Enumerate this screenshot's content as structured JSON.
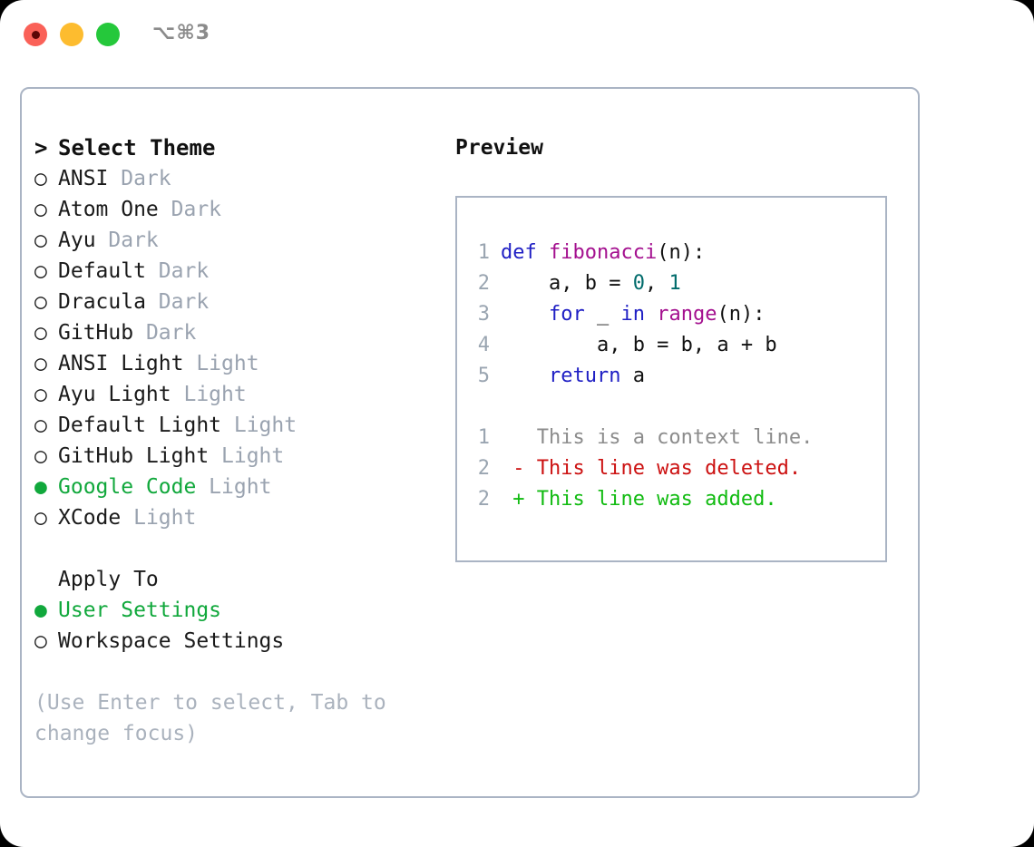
{
  "titlebar": {
    "shortcut": "⌥⌘3",
    "buttons": [
      {
        "name": "close",
        "color": "#fa6158"
      },
      {
        "name": "minimize",
        "color": "#fdbc2f"
      },
      {
        "name": "maximize",
        "color": "#25c83b"
      }
    ]
  },
  "theme_picker": {
    "header": {
      "caret": ">",
      "title": "Select Theme"
    },
    "markers": {
      "selected": "●",
      "unselected": "○"
    },
    "items": [
      {
        "label": "ANSI",
        "mode": "Dark",
        "selected": false
      },
      {
        "label": "Atom One",
        "mode": "Dark",
        "selected": false
      },
      {
        "label": "Ayu",
        "mode": "Dark",
        "selected": false
      },
      {
        "label": "Default",
        "mode": "Dark",
        "selected": false
      },
      {
        "label": "Dracula",
        "mode": "Dark",
        "selected": false
      },
      {
        "label": "GitHub",
        "mode": "Dark",
        "selected": false
      },
      {
        "label": "ANSI Light",
        "mode": "Light",
        "selected": false
      },
      {
        "label": "Ayu Light",
        "mode": "Light",
        "selected": false
      },
      {
        "label": "Default Light",
        "mode": "Light",
        "selected": false
      },
      {
        "label": "GitHub Light",
        "mode": "Light",
        "selected": false
      },
      {
        "label": "Google Code",
        "mode": "Light",
        "selected": true
      },
      {
        "label": "XCode",
        "mode": "Light",
        "selected": false
      }
    ]
  },
  "apply_to": {
    "title": "Apply To",
    "options": [
      {
        "label": "User Settings",
        "selected": true
      },
      {
        "label": "Workspace Settings",
        "selected": false
      }
    ]
  },
  "hint": "(Use Enter to select, Tab to change focus)",
  "preview": {
    "title": "Preview",
    "code_lines": [
      {
        "num": "1",
        "tokens": [
          {
            "t": "def ",
            "c": "kw"
          },
          {
            "t": "fibonacci",
            "c": "fn"
          },
          {
            "t": "(n):",
            "c": "pln"
          }
        ]
      },
      {
        "num": "2",
        "tokens": [
          {
            "t": "    a, b = ",
            "c": "pln"
          },
          {
            "t": "0",
            "c": "num"
          },
          {
            "t": ", ",
            "c": "pln"
          },
          {
            "t": "1",
            "c": "num"
          }
        ]
      },
      {
        "num": "3",
        "tokens": [
          {
            "t": "    ",
            "c": "pln"
          },
          {
            "t": "for",
            "c": "kw"
          },
          {
            "t": " _ ",
            "c": "pln"
          },
          {
            "t": "in",
            "c": "kw"
          },
          {
            "t": " ",
            "c": "pln"
          },
          {
            "t": "range",
            "c": "fn"
          },
          {
            "t": "(n):",
            "c": "pln"
          }
        ]
      },
      {
        "num": "4",
        "tokens": [
          {
            "t": "        a, b = b, a + b",
            "c": "pln"
          }
        ]
      },
      {
        "num": "5",
        "tokens": [
          {
            "t": "    ",
            "c": "pln"
          },
          {
            "t": "return",
            "c": "kw"
          },
          {
            "t": " a",
            "c": "pln"
          }
        ]
      }
    ],
    "diff_lines": [
      {
        "num": "1",
        "sign": " ",
        "text": "This is a context line.",
        "kind": "ctx"
      },
      {
        "num": "2",
        "sign": "-",
        "text": "This line was deleted.",
        "kind": "del"
      },
      {
        "num": "2",
        "sign": "+",
        "text": "This line was added.",
        "kind": "add"
      }
    ]
  },
  "colors": {
    "accent_green": "#11a83c",
    "muted": "#9aa3b0",
    "hint": "#aab2bd",
    "border": "#aab4c4",
    "keyword": "#1f1fc4",
    "function": "#a4108f",
    "number": "#006b6b",
    "diff_add": "#11bb11",
    "diff_del": "#cc1111",
    "diff_ctx": "#8c8c8c"
  }
}
